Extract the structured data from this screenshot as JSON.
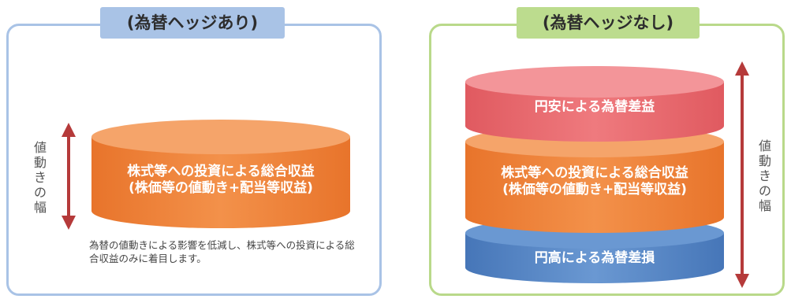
{
  "left_panel": {
    "title": "(為替ヘッジあり)",
    "cylinder_line1": "株式等への投資による総合収益",
    "cylinder_line2": "(株価等の値動き+配当等収益)",
    "range_label": "値動きの幅",
    "description": "為替の値動きによる影響を低減し、株式等への投資による総合収益のみに着目します。"
  },
  "right_panel": {
    "title": "(為替ヘッジなし)",
    "top_layer": "円安による為替差益",
    "middle_line1": "株式等への投資による総合収益",
    "middle_line2": "(株価等の値動き+配当等収益)",
    "bottom_layer": "円高による為替差損",
    "range_label": "値動きの幅"
  },
  "colors": {
    "left_border": "#a9c3e6",
    "right_border": "#b9d98a",
    "orange": "#ef8537",
    "pink": "#e8656b",
    "blue": "#5082c3",
    "arrow": "#b53a3a"
  }
}
